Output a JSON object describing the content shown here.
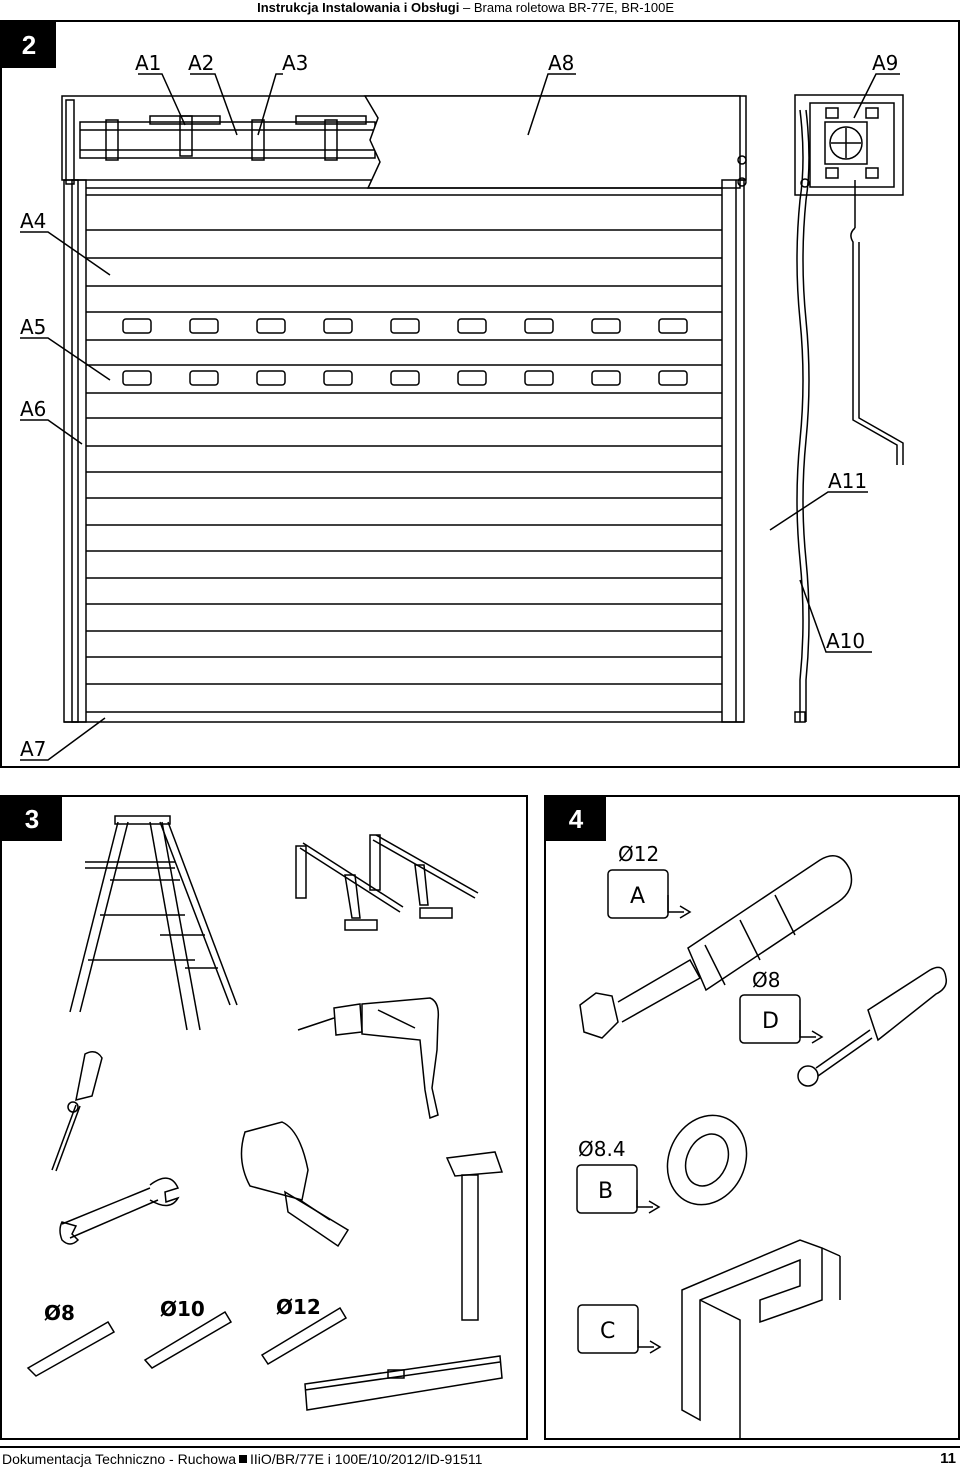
{
  "header": {
    "title": "Instrukcja Instalowania i Obsługi",
    "separator": "–",
    "subtitle": "Brama roletowa BR-77E, BR-100E"
  },
  "section2": {
    "number": "2",
    "labels": {
      "A1": "A1",
      "A2": "A2",
      "A3": "A3",
      "A4": "A4",
      "A5": "A5",
      "A6": "A6",
      "A7": "A7",
      "A8": "A8",
      "A9": "A9",
      "A10": "A10",
      "A11": "A11"
    }
  },
  "section3": {
    "number": "3",
    "drill_bits": [
      "Ø8",
      "Ø10",
      "Ø12"
    ]
  },
  "section4": {
    "number": "4",
    "items": [
      {
        "diameter": "Ø12",
        "tag": "A"
      },
      {
        "diameter": "Ø8",
        "tag": "D"
      },
      {
        "diameter": "Ø8.4",
        "tag": "B"
      },
      {
        "diameter": "",
        "tag": "C"
      }
    ]
  },
  "footer": {
    "left_text": "Dokumentacja Techniczno - Ruchowa",
    "doc_id": "IIiO/BR/77E i 100E/10/2012/ID-91511",
    "page_number": "11"
  }
}
